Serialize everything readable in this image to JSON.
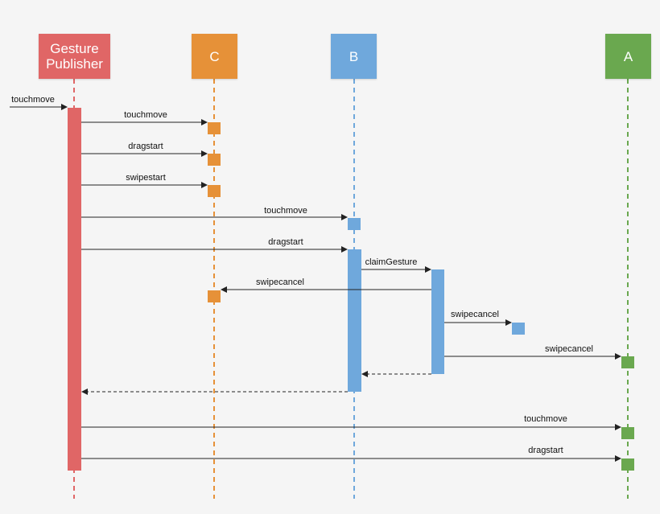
{
  "colors": {
    "background": "#f5f5f5",
    "gesture_publisher": "#e06666",
    "c": "#e69138",
    "b": "#6fa8dc",
    "a": "#6aa84f",
    "arrow": "#222222"
  },
  "actors": {
    "gesture_publisher": "Gesture\nPublisher",
    "c": "C",
    "b": "B",
    "a": "A"
  },
  "messages": {
    "external_touchmove": "touchmove",
    "gp_to_c_touchmove": "touchmove",
    "gp_to_c_dragstart": "dragstart",
    "gp_to_c_swipestart": "swipestart",
    "gp_to_b_touchmove": "touchmove",
    "gp_to_b_dragstart": "dragstart",
    "b_claim_gesture": "claimGesture",
    "claim_to_c_swipecancel": "swipecancel",
    "claim_to_b_swipecancel": "swipecancel",
    "claim_to_a_swipecancel": "swipecancel",
    "gp_to_a_touchmove": "touchmove",
    "gp_to_a_dragstart": "dragstart"
  }
}
